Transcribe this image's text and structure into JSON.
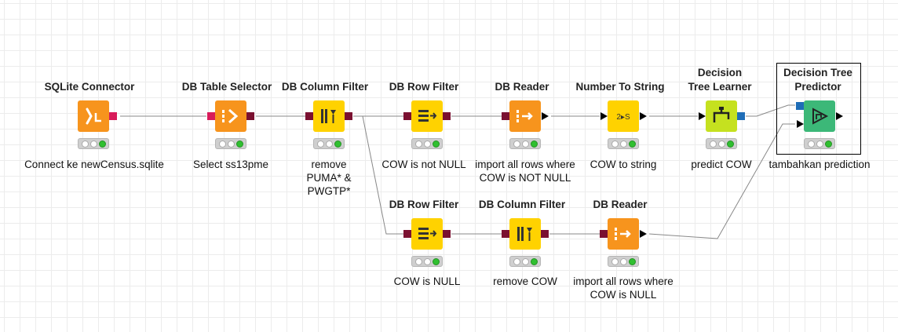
{
  "workflow": {
    "nodes": {
      "sqlite_connector": {
        "title": "SQLite Connector",
        "caption": "Connect ke newCensus.sqlite",
        "color": "#f7941d",
        "icon": "sqlite-connector-icon"
      },
      "table_selector": {
        "title": "DB Table Selector",
        "caption": "Select ss13pme",
        "color": "#f7941d",
        "icon": "table-selector-icon"
      },
      "column_filter_1": {
        "title": "DB Column Filter",
        "caption": "remove\nPUMA* &\nPWGTP*",
        "color": "#ffd200",
        "icon": "column-filter-icon"
      },
      "row_filter_1": {
        "title": "DB Row Filter",
        "caption": "COW is not NULL",
        "color": "#ffd200",
        "icon": "row-filter-icon"
      },
      "reader_1": {
        "title": "DB Reader",
        "caption": "import all rows where\nCOW is NOT NULL",
        "color": "#f7941d",
        "icon": "db-reader-icon"
      },
      "number_to_string": {
        "title": "Number To String",
        "caption": "COW to string",
        "color": "#ffd200",
        "icon": "number-to-string-icon",
        "icon_text": "2▸S"
      },
      "tree_learner": {
        "title": "Decision\nTree Learner",
        "caption": "predict COW",
        "color": "#c5e11f",
        "icon": "decision-tree-learner-icon"
      },
      "tree_predictor": {
        "title": "Decision Tree\nPredictor",
        "caption": "tambahkan prediction",
        "color": "#3cb878",
        "icon": "decision-tree-predictor-icon"
      },
      "row_filter_2": {
        "title": "DB Row Filter",
        "caption": "COW is NULL",
        "color": "#ffd200",
        "icon": "row-filter-icon"
      },
      "column_filter_2": {
        "title": "DB Column Filter",
        "caption": "remove COW",
        "color": "#ffd200",
        "icon": "column-filter-icon"
      },
      "reader_2": {
        "title": "DB Reader",
        "caption": "import all rows where\nCOW is NULL",
        "color": "#f7941d",
        "icon": "db-reader-icon"
      }
    }
  }
}
